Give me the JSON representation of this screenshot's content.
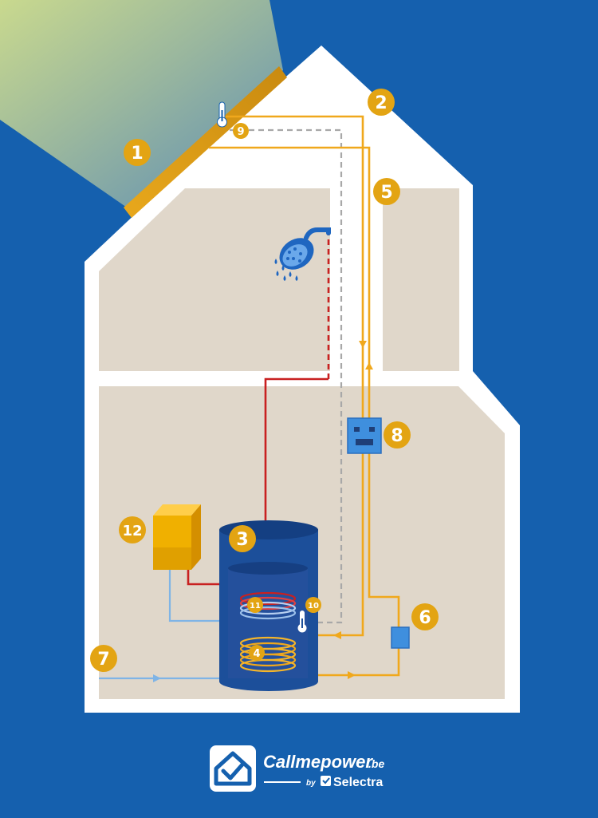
{
  "colors": {
    "background": "#1560ae",
    "house_fill": "#e0d7ca",
    "house_wall": "#ffffff",
    "marker": "#e3a413",
    "solar_loop": "#f0a81c",
    "hot_water": "#c82020",
    "cold_water": "#7fb4e6",
    "sensor_line": "#a8a8a8",
    "tank": "#1c4f9a",
    "controller": "#3f8fde",
    "boiler": "#f0b000"
  },
  "markers": [
    {
      "id": "1",
      "label": "1",
      "component": "solar-collector"
    },
    {
      "id": "2",
      "label": "2",
      "component": "solar-supply-line"
    },
    {
      "id": "3",
      "label": "3",
      "component": "storage-tank"
    },
    {
      "id": "4",
      "label": "4",
      "component": "solar-heat-exchanger-coil"
    },
    {
      "id": "5",
      "label": "5",
      "component": "solar-return-line"
    },
    {
      "id": "6",
      "label": "6",
      "component": "pump-station"
    },
    {
      "id": "7",
      "label": "7",
      "component": "cold-water-inlet"
    },
    {
      "id": "8",
      "label": "8",
      "component": "solar-controller"
    },
    {
      "id": "9",
      "label": "9",
      "component": "collector-temperature-sensor"
    },
    {
      "id": "10",
      "label": "10",
      "component": "tank-temperature-sensor"
    },
    {
      "id": "11",
      "label": "11",
      "component": "backup-heating-coil"
    },
    {
      "id": "12",
      "label": "12",
      "component": "backup-boiler"
    }
  ],
  "icons": {
    "shower": "shower-head-icon",
    "thermometer": "thermometer-icon",
    "controller": "robot-face-icon",
    "logo": "house-check-icon"
  },
  "brand": {
    "name": "Callmepower",
    "tld": ".be",
    "by": "by",
    "partner": "Selectra"
  }
}
